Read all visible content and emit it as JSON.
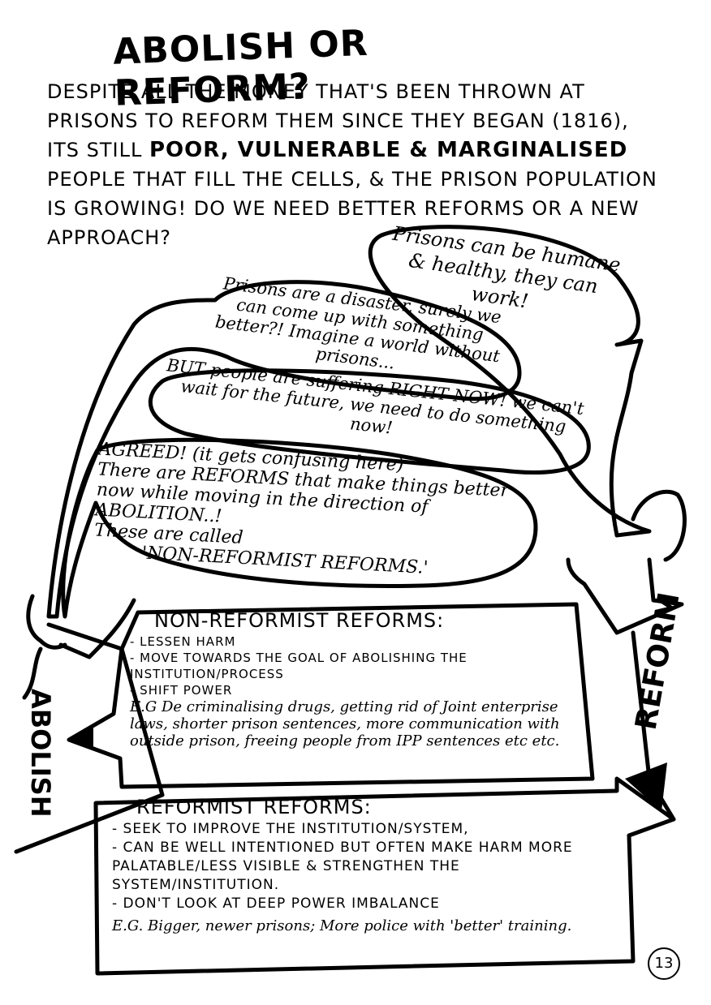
{
  "title": "ABOLISH OR REFORM?",
  "intro": {
    "part1": "DESPITE ALL THE MONEY THAT'S BEEN THROWN AT PRISONS TO REFORM THEM SINCE THEY BEGAN (1816), ITS STILL",
    "emphasis": "POOR, VULNERABLE & MARGINALISED",
    "part2": "PEOPLE THAT FILL THE CELLS, & THE PRISON POPULATION IS GROWING! DO WE NEED BETTER REFORMS OR A NEW APPROACH?"
  },
  "bubbles": {
    "reform_1": "Prisons can be humane & healthy, they can work!",
    "abolish_1": "Prisons are a disaster, surely we can come up with something better?! Imagine a world without prisons...",
    "reform_2": "BUT people are suffering RIGHT NOW! we can't wait for the future, we need to do something now!",
    "abolish_2_line1": "AGREED! (it gets confusing here)",
    "abolish_2_line2": "There are REFORMS that make things better now while moving in the direction of ABOLITION..!",
    "abolish_2_line3": "These are called",
    "abolish_2_line4": "'NON-REFORMIST REFORMS.'"
  },
  "non_reformist": {
    "heading": "NON-REFORMIST REFORMS:",
    "items": [
      "- LESSEN HARM",
      "- MOVE TOWARDS THE GOAL OF ABOLISHING THE INSTITUTION/PROCESS",
      "- SHIFT POWER"
    ],
    "example": "E.G De criminalising drugs, getting rid of Joint enterprise laws, shorter prison sentences, more communication with outside prison, freeing people from IPP sentences etc etc."
  },
  "reformist": {
    "heading": "REFORMIST REFORMS:",
    "items": [
      "- SEEK TO IMPROVE THE INSTITUTION/SYSTEM,",
      "- CAN BE WELL INTENTIONED BUT OFTEN MAKE HARM MORE PALATABLE/LESS VISIBLE & STRENGTHEN THE SYSTEM/INSTITUTION.",
      "- DON'T LOOK AT DEEP POWER IMBALANCE"
    ],
    "example": "E.G. Bigger, newer prisons; More police with 'better' training."
  },
  "labels": {
    "abolish": "ABOLISH",
    "reform": "REFORM"
  },
  "page_number": "13"
}
